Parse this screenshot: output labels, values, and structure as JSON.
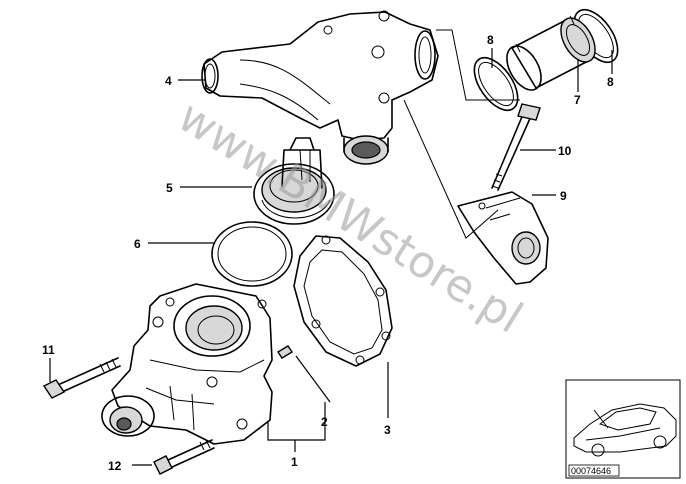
{
  "watermark": "www.BMWstore.pl",
  "reference_number": "00074646",
  "callouts": [
    {
      "id": "1",
      "text": "1"
    },
    {
      "id": "2",
      "text": "2"
    },
    {
      "id": "3",
      "text": "3"
    },
    {
      "id": "4",
      "text": "4"
    },
    {
      "id": "5",
      "text": "5"
    },
    {
      "id": "6",
      "text": "6"
    },
    {
      "id": "7",
      "text": "7"
    },
    {
      "id": "8a",
      "text": "8"
    },
    {
      "id": "8b",
      "text": "8"
    },
    {
      "id": "9",
      "text": "9"
    },
    {
      "id": "10",
      "text": "10"
    },
    {
      "id": "11",
      "text": "11"
    },
    {
      "id": "12",
      "text": "12"
    }
  ]
}
